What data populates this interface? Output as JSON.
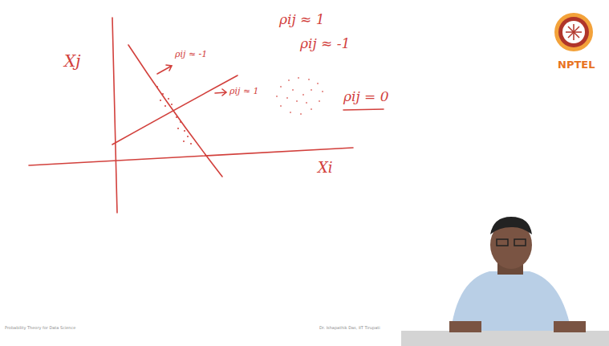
{
  "diagram": {
    "labels": [
      "Xj",
      "Xi",
      "ρij ≈ 1",
      "ρij ≈ -1",
      "ρij ≈ -1",
      "ρij ≈ 1",
      "ρij = 0",
      "NPTEL",
      "Probability Theory for Data Science",
      "Dr. Ishapathik Das, IIT Tirupati"
    ]
  }
}
